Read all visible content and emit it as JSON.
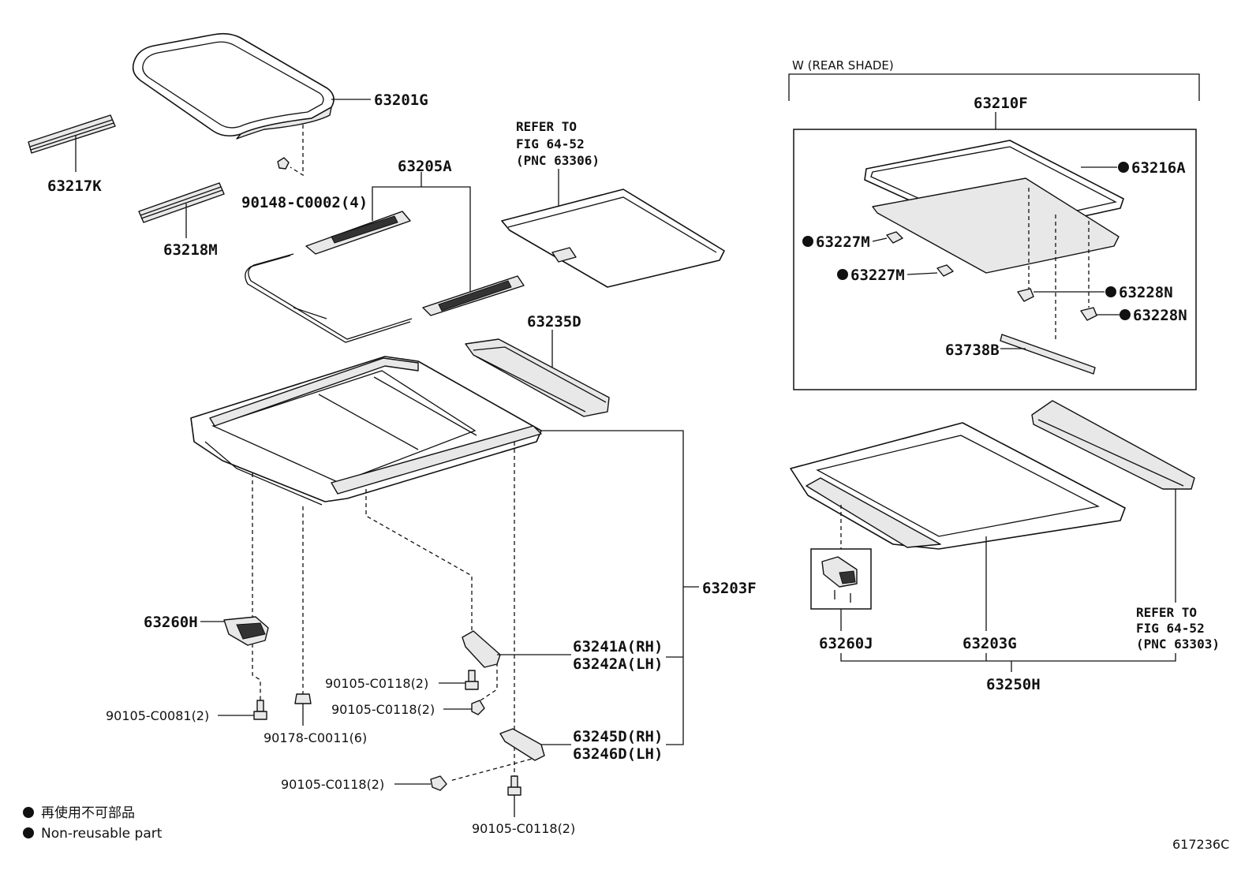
{
  "diagram": {
    "figure_code": "617236C",
    "group_header": "W (REAR SHADE)",
    "legend": {
      "japanese": "再使用不可部品",
      "english": "Non-reusable part"
    },
    "parts": {
      "p63201G": "63201G",
      "p63217K": "63217K",
      "p63218M": "63218M",
      "p90148": "90148-C0002(4)",
      "p63205A": "63205A",
      "p63235D": "63235D",
      "p63203F": "63203F",
      "p63260H": "63260H",
      "p90105_0081": "90105-C0081(2)",
      "p90178": "90178-C0011(6)",
      "p63241A": "63241A(RH)",
      "p63242A": "63242A(LH)",
      "p90105_a": "90105-C0118(2)",
      "p90105_b": "90105-C0118(2)",
      "p63245D": "63245D(RH)",
      "p63246D": "63246D(LH)",
      "p90105_c": "90105-C0118(2)",
      "p90105_d": "90105-C0118(2)",
      "p63210F": "63210F",
      "p63216A": "63216A",
      "p63227M_a": "63227M",
      "p63227M_b": "63227M",
      "p63228N_a": "63228N",
      "p63228N_b": "63228N",
      "p63738B": "63738B",
      "p63260J": "63260J",
      "p63203G": "63203G",
      "p63250H": "63250H"
    },
    "refer1": {
      "line1": "REFER TO",
      "line2": "FIG 64-52",
      "line3": "(PNC 63306)"
    },
    "refer2": {
      "line1": "REFER TO",
      "line2": "FIG 64-52",
      "line3": "(PNC 63303)"
    }
  }
}
